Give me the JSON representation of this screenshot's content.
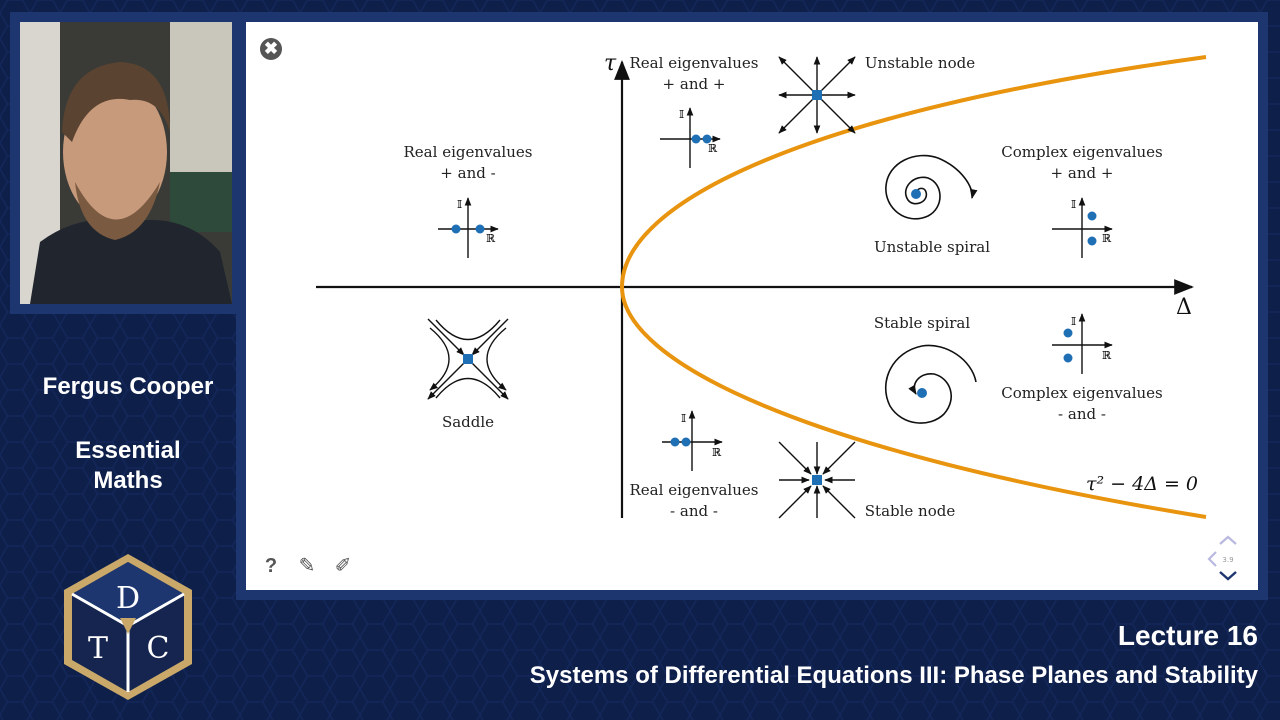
{
  "presenter": {
    "name": "Fergus Cooper",
    "course": "Essential\nMaths"
  },
  "logo": {
    "letters": [
      "D",
      "T",
      "C"
    ],
    "gold": "#c9a86a",
    "navy": "#16254f"
  },
  "lecture": {
    "number": "Lecture 16",
    "title": "Systems of Differential Equations III: Phase Planes and Stability"
  },
  "slide": {
    "axes": {
      "vertical_symbol": "τ",
      "horizontal_symbol": "Δ"
    },
    "curve_equation": "τ² − 4Δ = 0",
    "curve_color": "#e8940e",
    "marker_color": "#1f6fb5",
    "regions": {
      "real_pos_neg": "Real eigenvalues\n+ and -",
      "real_pos_pos": "Real eigenvalues\n+ and +",
      "real_neg_neg": "Real eigenvalues\n- and -",
      "complex_pos": "Complex eigenvalues\n+ and +",
      "complex_neg": "Complex eigenvalues\n- and -"
    },
    "portraits": {
      "unstable_node": "Unstable node",
      "stable_node": "Stable node",
      "unstable_spiral": "Unstable spiral",
      "stable_spiral": "Stable spiral",
      "saddle": "Saddle"
    },
    "complex_plane": {
      "imag_symbol": "𝕀",
      "real_symbol": "ℝ"
    }
  },
  "controls": {
    "close_icon": "✖",
    "help_icon": "?",
    "edit_icon": "✎",
    "pen_icon": "✐",
    "slide_number": "3.9"
  }
}
